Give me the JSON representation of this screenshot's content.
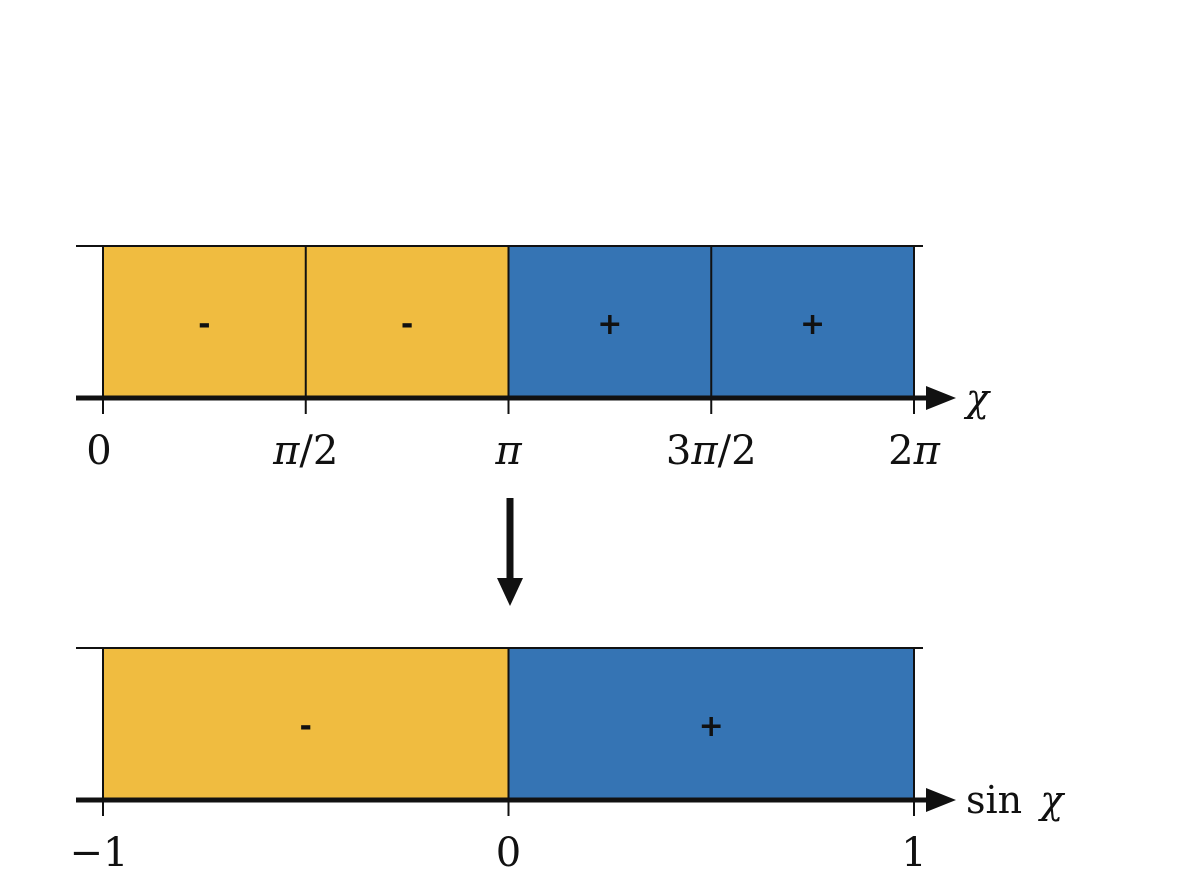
{
  "colors": {
    "negative": "#F0BC40",
    "positive": "#3574B4",
    "line": "#111111"
  },
  "top_bar": {
    "axis_variable": "χ",
    "cells": [
      {
        "sign": "-",
        "region": "negative"
      },
      {
        "sign": "-",
        "region": "negative"
      },
      {
        "sign": "+",
        "region": "positive"
      },
      {
        "sign": "+",
        "region": "positive"
      }
    ],
    "ticks": [
      {
        "prefix": "",
        "italic": "",
        "suffix": "0"
      },
      {
        "prefix": "",
        "italic": "π",
        "suffix": "/2"
      },
      {
        "prefix": "",
        "italic": "π",
        "suffix": ""
      },
      {
        "prefix": "3",
        "italic": "π",
        "suffix": "/2"
      },
      {
        "prefix": "2",
        "italic": "π",
        "suffix": ""
      }
    ]
  },
  "bottom_bar": {
    "axis_prefix": "sin",
    "axis_variable": "χ",
    "cells": [
      {
        "sign": "-",
        "region": "negative"
      },
      {
        "sign": "+",
        "region": "positive"
      }
    ],
    "ticks": [
      {
        "prefix": "",
        "italic": "",
        "suffix": "−1"
      },
      {
        "prefix": "",
        "italic": "",
        "suffix": "0"
      },
      {
        "prefix": "",
        "italic": "",
        "suffix": "1"
      }
    ]
  },
  "mapping_arrow": "down-arrow-icon"
}
